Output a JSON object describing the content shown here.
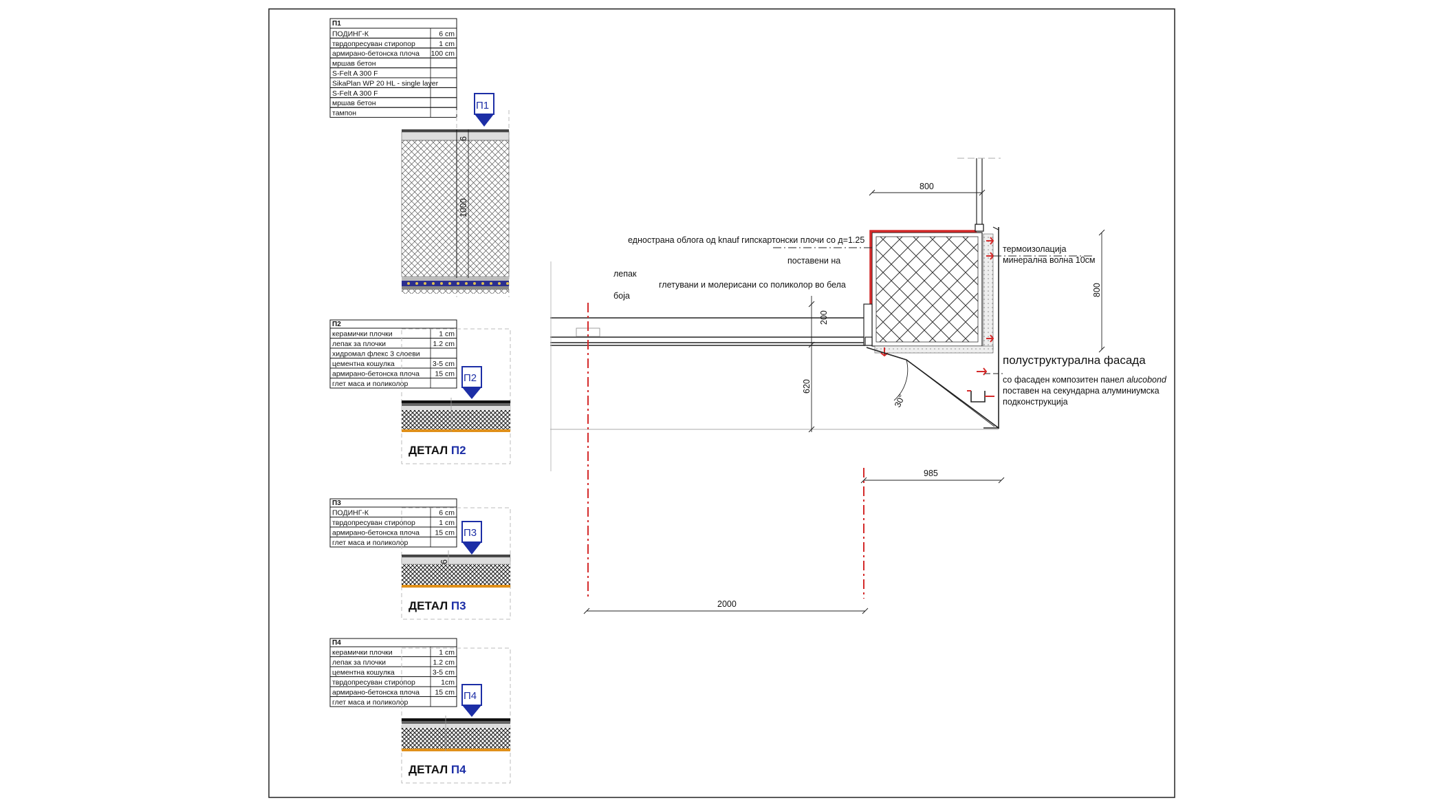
{
  "sheet": {
    "border_color": "#222222",
    "accent_red": "#d42a2a",
    "accent_blue": "#1c2ea6",
    "hatch_color": "#555555"
  },
  "p1": {
    "title": "П1",
    "layers": [
      {
        "name": "ПОДИНГ-К",
        "thk": "6 cm"
      },
      {
        "name": "тврдопресуван стиропор",
        "thk": "1 cm"
      },
      {
        "name": "армирано-бетонска плоча",
        "thk": "100 cm"
      },
      {
        "name": "мршав бетон",
        "thk": ""
      },
      {
        "name": "S-Felt A 300 F",
        "thk": ""
      },
      {
        "name": "SikaPlan WP 20 HL - single layer",
        "thk": ""
      },
      {
        "name": "S-Felt A 300 F",
        "thk": ""
      },
      {
        "name": "мршав бетон",
        "thk": ""
      },
      {
        "name": "тампон",
        "thk": ""
      }
    ],
    "marker": "П1",
    "dims": [
      "6",
      "1000"
    ]
  },
  "p2": {
    "title": "П2",
    "layers": [
      {
        "name": "керамички плочки",
        "thk": "1 cm"
      },
      {
        "name": "лепак за плочки",
        "thk": "1.2 cm"
      },
      {
        "name": "хидромал флекс 3 слоеви",
        "thk": ""
      },
      {
        "name": "цементна кошулка",
        "thk": "3-5 cm"
      },
      {
        "name": "армирано-бетонска плоча",
        "thk": "15 cm"
      },
      {
        "name": "глет маса и поликолор",
        "thk": ""
      }
    ],
    "marker": "П2",
    "label_prefix": "ДЕТАЛ",
    "label_tag": "П2"
  },
  "p3": {
    "title": "П3",
    "layers": [
      {
        "name": "ПОДИНГ-К",
        "thk": "6 cm"
      },
      {
        "name": "тврдопресуван стиропор",
        "thk": "1 cm"
      },
      {
        "name": "армирано-бетонска плоча",
        "thk": "15 cm"
      },
      {
        "name": "глет маса и поликолор",
        "thk": ""
      }
    ],
    "marker": "П3",
    "label_prefix": "ДЕТАЛ",
    "label_tag": "П3"
  },
  "p4": {
    "title": "П4",
    "layers": [
      {
        "name": "керамички плочки",
        "thk": "1 cm"
      },
      {
        "name": "лепак за плочки",
        "thk": "1.2 cm"
      },
      {
        "name": "цементна кошулка",
        "thk": "3-5 cm"
      },
      {
        "name": "тврдопресуван стиропор",
        "thk": "1cm"
      },
      {
        "name": "армирано-бетонска плоча",
        "thk": "15 cm"
      },
      {
        "name": "глет маса и поликолор",
        "thk": ""
      }
    ],
    "marker": "П4",
    "label_prefix": "ДЕТАЛ",
    "label_tag": "П4"
  },
  "section": {
    "dim_top": "800",
    "dim_right": "800",
    "dim_200": "200",
    "dim_620": "620",
    "dim_985": "985",
    "dim_2000": "2000",
    "angle": "30°",
    "notes": {
      "n1": "еднострана облога од knauf  гипскартонски плочи со д=1.25",
      "n2": "поставени на",
      "n3": "лепак",
      "n4": "глетувани и молерисани со поликолор во бела",
      "n5": "боја",
      "n6": "термоизолација",
      "n7": "минерална волна 10см",
      "facade_title": "полуструктурална фасада",
      "f1": "со  фасаден композитен панел",
      "f1_brand": "alucobond",
      "f2": "поставен на секундарна алуминиумска",
      "f3": "подконструкција"
    }
  }
}
